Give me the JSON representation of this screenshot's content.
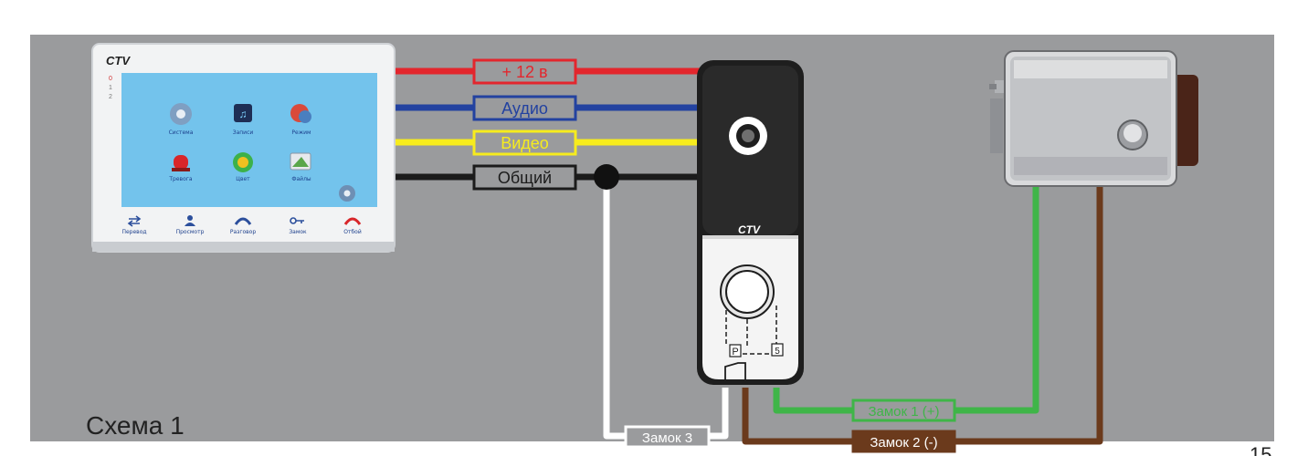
{
  "scheme_title": "Схема 1",
  "page_number": "15",
  "colors": {
    "panel_bg": "#9a9b9d",
    "power_wire": "#e3262d",
    "audio_wire": "#2342a0",
    "video_wire": "#f7ec1d",
    "common_wire": "#1b1b1b",
    "lock_plus_wire": "#3fb548",
    "lock_minus_wire": "#6b3a1c",
    "lock3_wire": "#ffffff"
  },
  "wires": {
    "power": "+ 12 в",
    "audio": "Аудио",
    "video": "Видео",
    "common": "Общий",
    "lock1": "Замок 1 (+)",
    "lock2": "Замок 2 (-)",
    "lock3": "Замок 3"
  },
  "monitor": {
    "brand": "CTV",
    "side_marks": [
      "0",
      "1",
      "2"
    ],
    "apps": [
      "Система",
      "Записи",
      "Режим",
      "Тревога",
      "Цвет",
      "Файлы"
    ],
    "bottom_bar": [
      "Перевод",
      "Просмотр",
      "Разговор",
      "Замок",
      "Отбой"
    ]
  },
  "call_panel": {
    "brand": "CTV",
    "contact_marks": [
      "P",
      "5"
    ]
  }
}
